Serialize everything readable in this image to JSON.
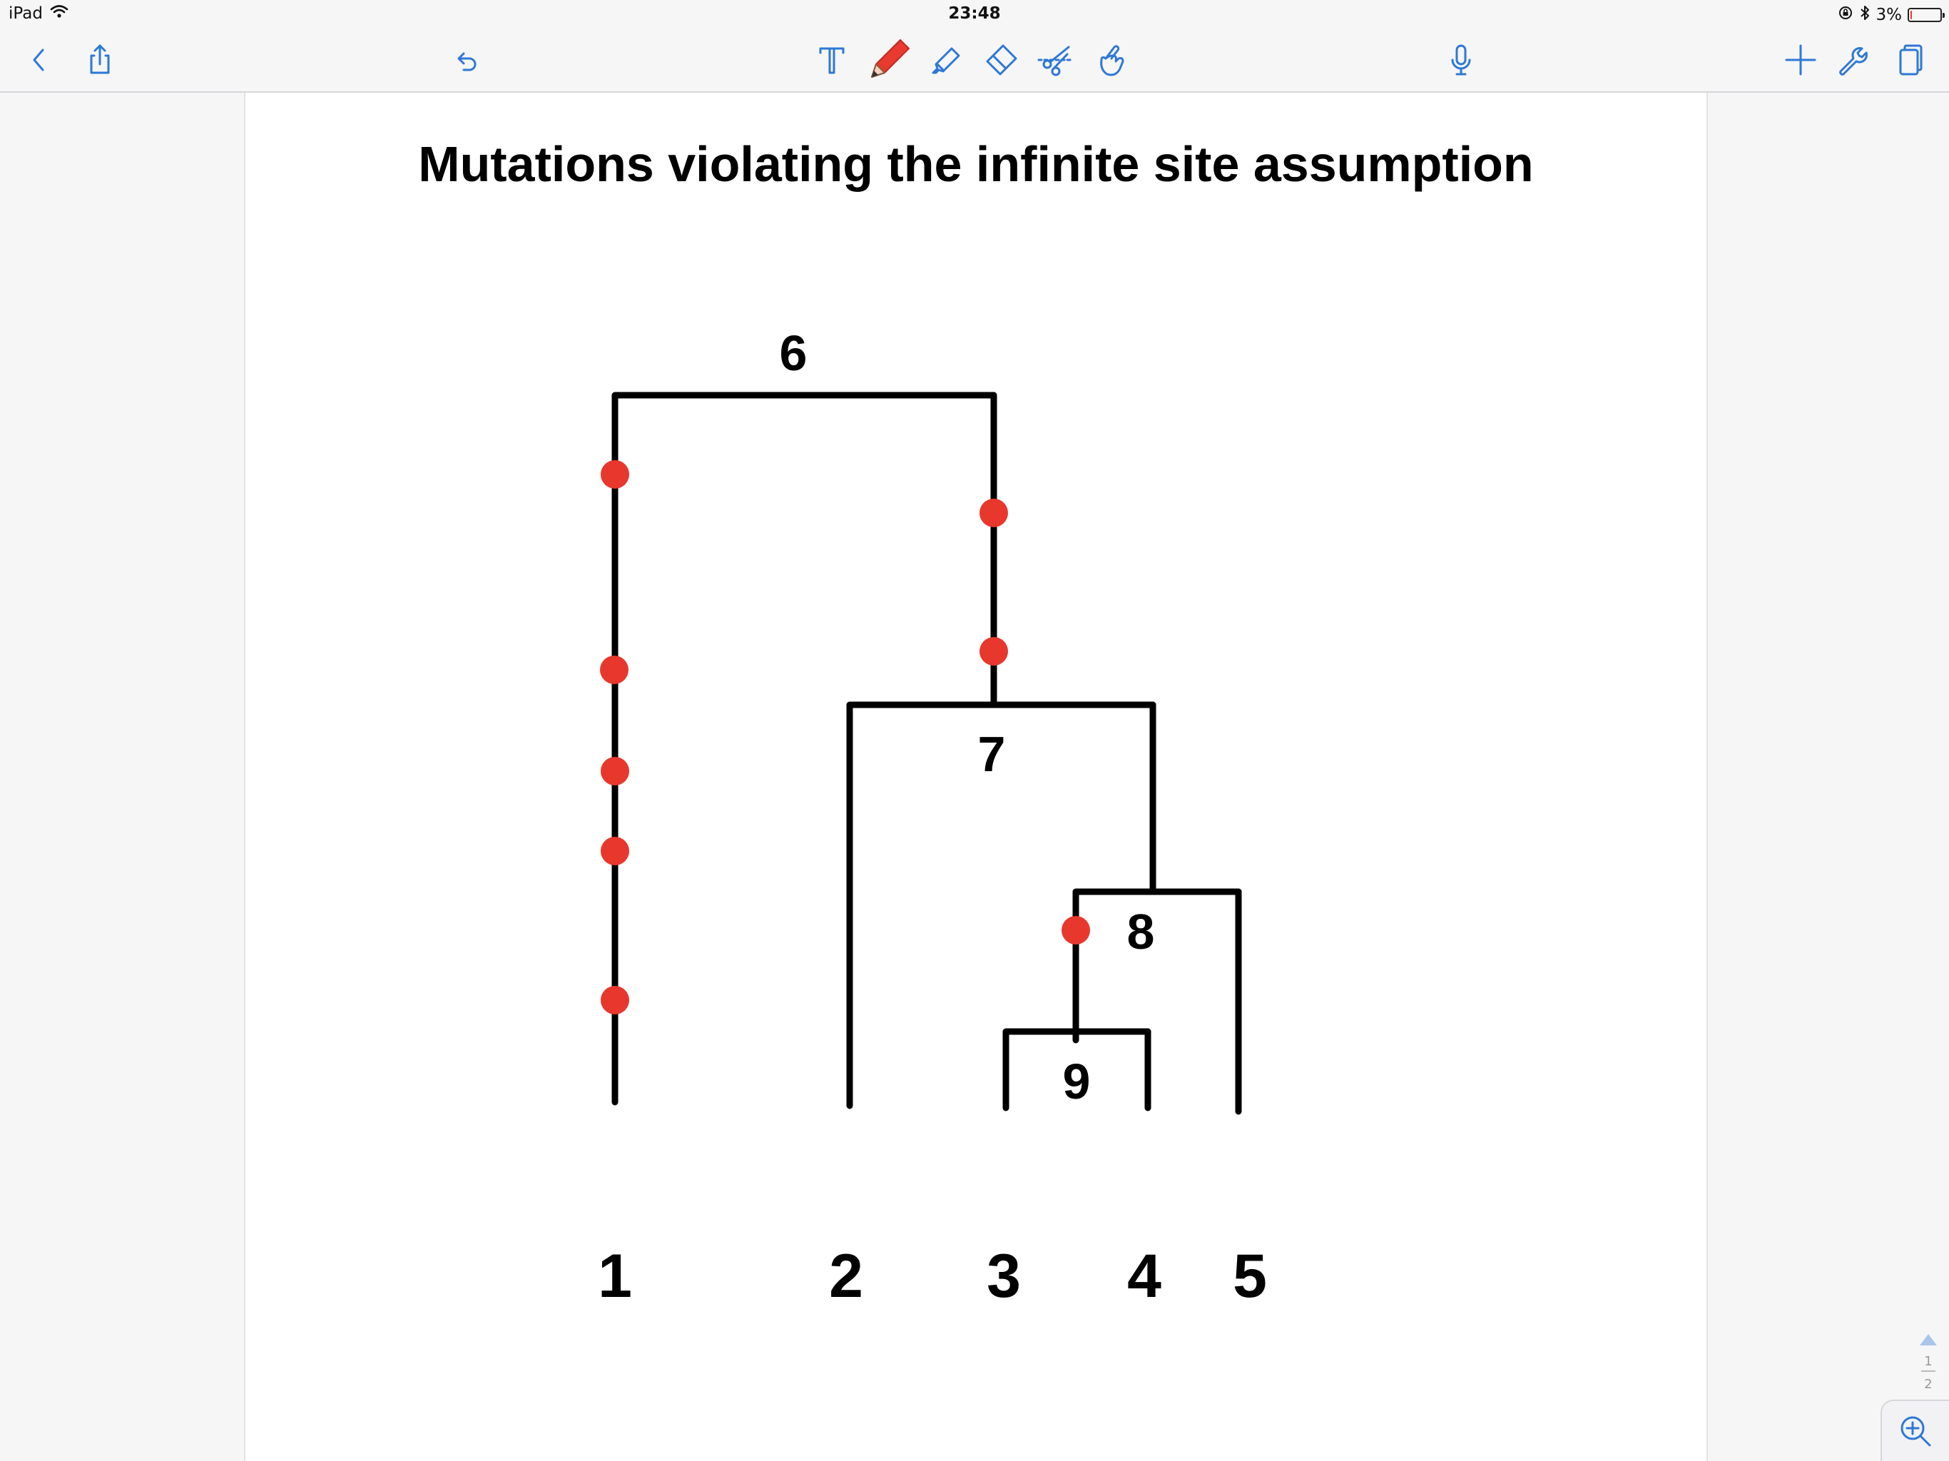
{
  "status_bar": {
    "device": "iPad",
    "time": "23:48",
    "battery": "3%",
    "battery_fraction": 0.03,
    "battery_color": "#e83a2f"
  },
  "toolbar": {
    "left": [
      "back-icon",
      "share-icon",
      "undo-icon"
    ],
    "tools": [
      "text-tool-icon",
      "pen-tool-icon",
      "highlighter-tool-icon",
      "eraser-tool-icon",
      "lasso-scissors-icon",
      "pointer-hand-icon"
    ],
    "active_tool": "pen-tool-icon",
    "right": [
      "microphone-icon",
      "add-icon",
      "settings-wrench-icon",
      "pages-icon"
    ],
    "accent_color": "#2e78d6",
    "pen_color": "#e83a2f"
  },
  "document": {
    "title": "Mutations violating the infinite site assumption",
    "tree": {
      "line_color": "#000000",
      "mutation_color": "#e8372c",
      "internal_node_labels": [
        "6",
        "7",
        "8",
        "9"
      ],
      "leaf_labels": [
        "1",
        "2",
        "3",
        "4",
        "5"
      ],
      "mutations_per_branch": [
        {
          "branch": "6-1",
          "count": 5
        },
        {
          "branch": "6-7",
          "count": 2
        },
        {
          "branch": "8-9",
          "count": 1
        }
      ]
    }
  },
  "page_indicator": {
    "current": "1",
    "total": "2"
  }
}
